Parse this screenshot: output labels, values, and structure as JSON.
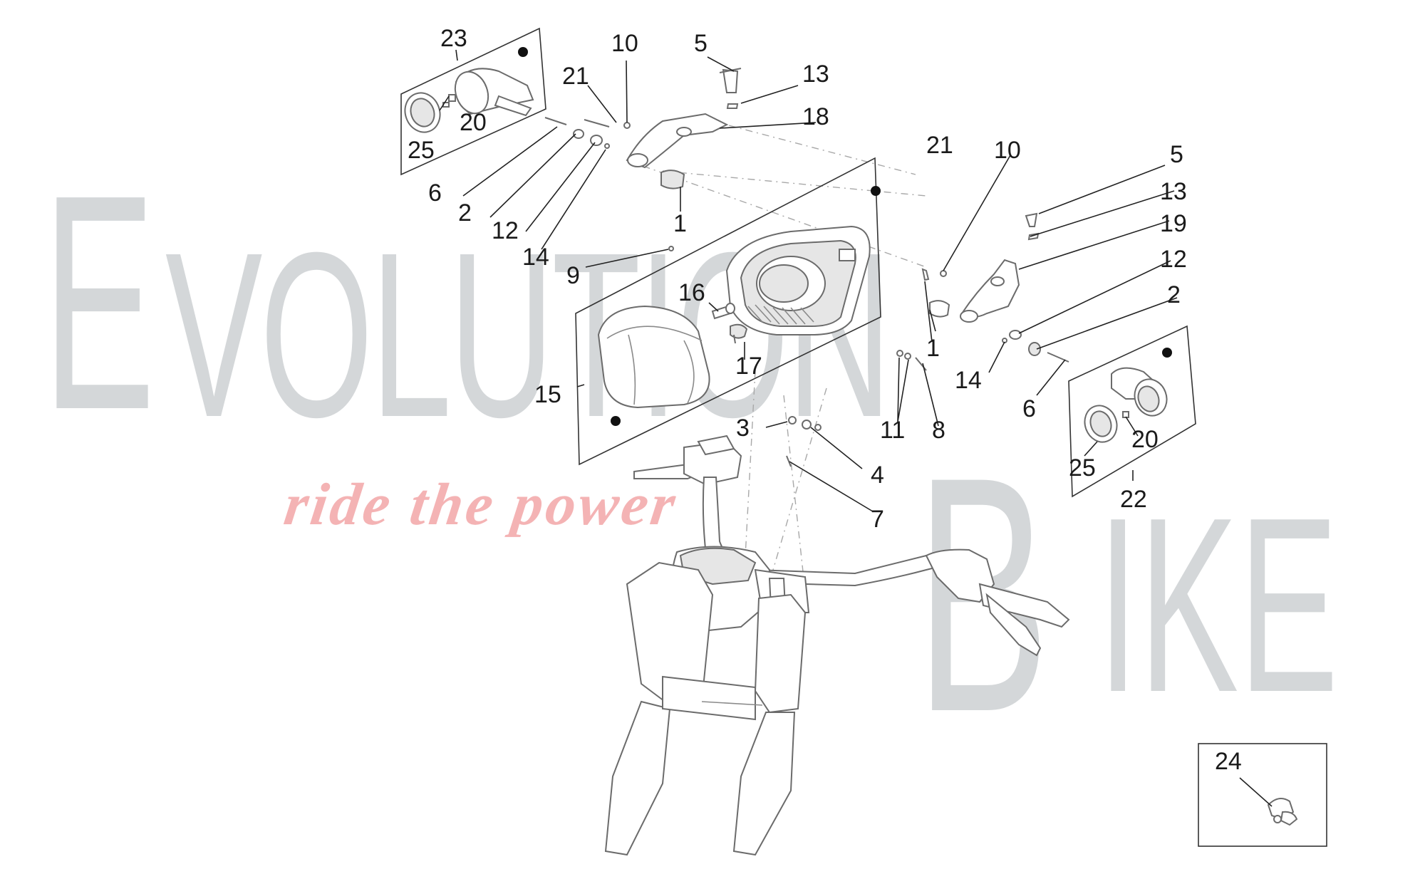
{
  "watermark": {
    "brand_word_1": "EVOLUTION",
    "brand_word_2": "BIKE",
    "tagline": "ride the power",
    "colors": {
      "letters": "#d4d7d9",
      "tagline": "#f4b3b4"
    }
  },
  "callouts": {
    "c1a": "1",
    "c1b": "1",
    "c2a": "2",
    "c2b": "2",
    "c3": "3",
    "c4": "4",
    "c5a": "5",
    "c5b": "5",
    "c6a": "6",
    "c6b": "6",
    "c7": "7",
    "c8": "8",
    "c9": "9",
    "c10a": "10",
    "c10b": "10",
    "c11": "11",
    "c12a": "12",
    "c12b": "12",
    "c13a": "13",
    "c13b": "13",
    "c14a": "14",
    "c14b": "14",
    "c15": "15",
    "c16": "16",
    "c17": "17",
    "c18": "18",
    "c19": "19",
    "c20a": "20",
    "c20b": "20",
    "c21a": "21",
    "c21b": "21",
    "c22": "22",
    "c23": "23",
    "c24": "24",
    "c25a": "25",
    "c25b": "25"
  },
  "diagram": {
    "line_color": "#6b6b6b",
    "subject": "headlight and turn indicators exploded view"
  }
}
